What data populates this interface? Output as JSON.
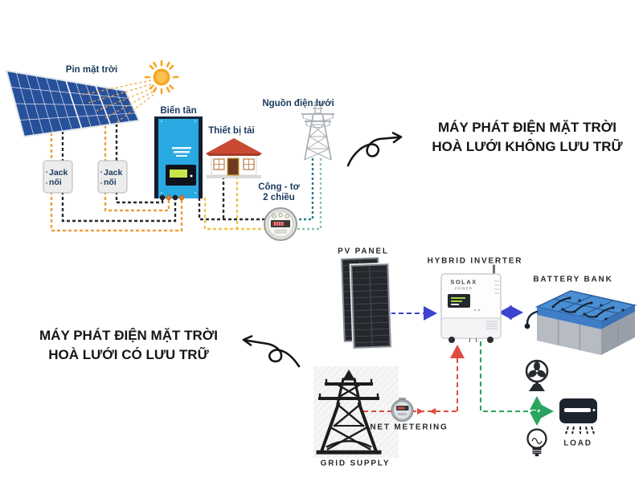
{
  "systems": {
    "grid_tied_no_storage": {
      "caption": [
        "MÁY PHÁT ĐIỆN MẶT TRỜI",
        "HOÀ LƯỚI KHÔNG LƯU TRỮ"
      ],
      "labels": {
        "solar_panel": "Pin mặt trời",
        "inverter": "Biến tần",
        "jack_left": "Jack nối",
        "jack_right": "Jack nối",
        "load_device": "Thiết bị tải",
        "grid_source": "Nguồn điện lưới",
        "meter": [
          "Công - tơ",
          "2 chiều"
        ]
      }
    },
    "grid_tied_with_storage": {
      "caption": [
        "MÁY PHÁT ĐIỆN MẶT TRỜI",
        "HOÀ LƯỚI CÓ LƯU TRỮ"
      ],
      "labels": {
        "pv_panel": "PV PANEL",
        "hybrid_inverter": "HYBRID INVERTER",
        "inverter_brand": "SOLAX",
        "inverter_brand_sub": "POWER",
        "battery_bank": "BATTERY BANK",
        "net_metering": "NET METERING",
        "grid_supply": "GRID SUPPLY",
        "load": "LOAD"
      }
    }
  },
  "colors": {
    "label_navy": "#1b3a5c",
    "label_dark": "#26292e",
    "caption_black": "#151515",
    "wire_orange": "#ef9d3c",
    "wire_yellow": "#f3c34f",
    "wire_black": "#2b2b2b",
    "wire_teal_dark": "#237f82",
    "wire_teal_light": "#8fc7a5",
    "arrow_blue": "#3c43d0",
    "arrow_red": "#e04b3f",
    "arrow_green": "#2aa55f",
    "inverter_blue": "#29a9e1",
    "roof_red": "#c94a33",
    "sun_orange": "#f5a623",
    "panel_navy": "#27509a",
    "battery_blue": "#4a8fd4"
  }
}
